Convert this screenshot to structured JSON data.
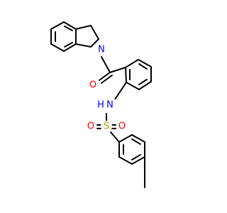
{
  "molecule": {
    "atoms": {
      "n_indoline": {
        "label": "N",
        "color": "#0000ff"
      },
      "o_carbonyl": {
        "label": "O",
        "color": "#ff0000"
      },
      "n_amide": {
        "label": "N",
        "color": "#0000ff"
      },
      "h_amide": {
        "label": "H",
        "color": "#0000ff"
      },
      "s_sulfonyl": {
        "label": "S",
        "color": "#b8a000"
      },
      "o_sulfonyl_left": {
        "label": "O",
        "color": "#ff0000"
      },
      "o_sulfonyl_right": {
        "label": "O",
        "color": "#ff0000"
      }
    }
  }
}
